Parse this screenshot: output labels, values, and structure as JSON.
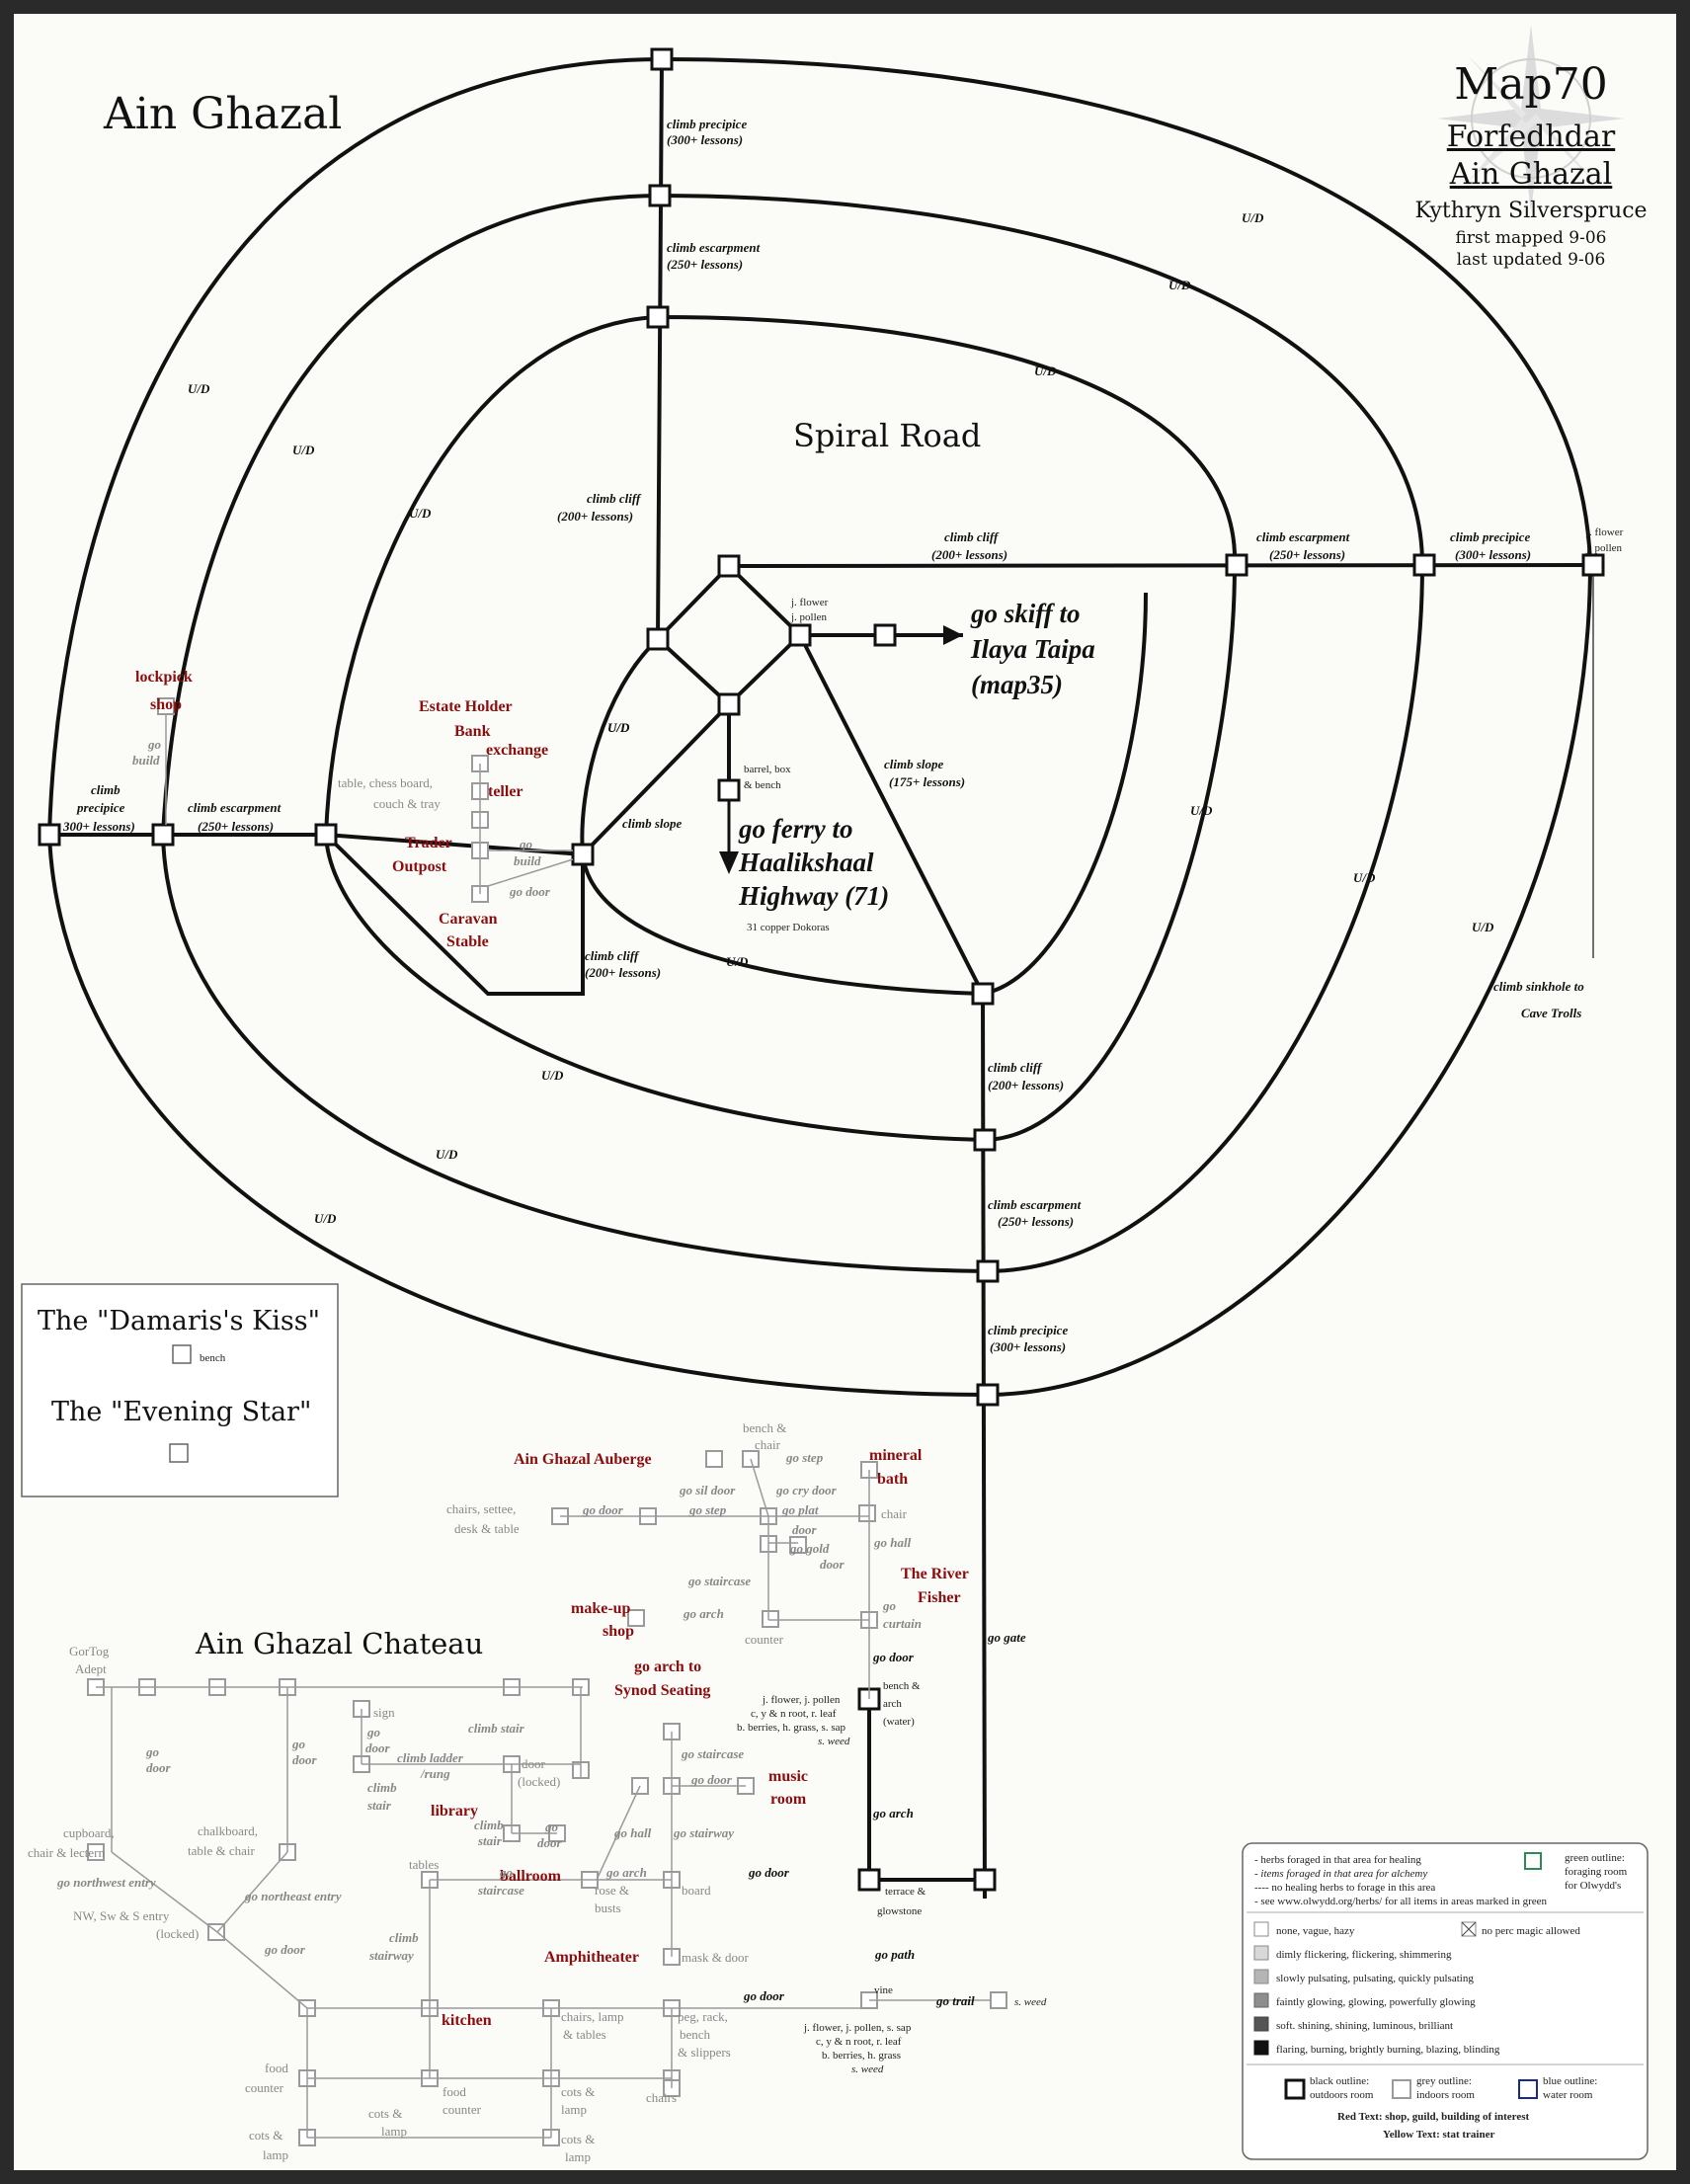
{
  "title_block": {
    "map": "Map70",
    "province": "Forfedhdar",
    "town": "Ain Ghazal",
    "mapper": "Kythryn Silverspruce",
    "first_mapped": "first mapped 9-06",
    "last_updated": "last updated 9-06"
  },
  "area_titles": {
    "main": "Ain Ghazal",
    "spiral_road": "Spiral Road",
    "chateau": "Ain Ghazal Chateau",
    "auberge": "Ain Ghazal Auberge"
  },
  "ring_labels": {
    "ud": "U/D",
    "climb_precipice": "climb precipice",
    "precipice_lessons": "(300+ lessons)",
    "climb_escarpment": "climb escarpment",
    "escarpment_lessons": "(250+ lessons)",
    "climb_cliff": "climb cliff",
    "cliff_lessons": "(200+ lessons)",
    "climb_slope": "climb slope",
    "slope_lessons": "(175+ lessons)",
    "climb_lbl": "climb",
    "precipice_lbl": "precipice",
    "precipice_300": "300+ lessons)"
  },
  "destinations": {
    "skiff_1": "go skiff to",
    "skiff_2": "Ilaya Taipa",
    "skiff_3": "(map35)",
    "ferry_1": "go ferry to",
    "ferry_2": "Haalikshaal",
    "ferry_3": "Highway (71)",
    "ferry_cost": "31 copper Dokoras",
    "sinkhole_1": "climb sinkhole to",
    "sinkhole_2": "Cave Trolls"
  },
  "herbs": {
    "flower": "j. flower",
    "pollen": "j. pollen"
  },
  "misc_labels": {
    "barrel_1": "barrel, box",
    "barrel_2": "& bench",
    "lockpick_1": "lockpick",
    "lockpick_2": "shop",
    "go": "go",
    "build": "build",
    "door": "door",
    "estate_1": "Estate Holder",
    "estate_2": "Bank",
    "exchange": "exchange",
    "teller": "teller",
    "table_1": "table, chess board,",
    "table_2": "couch & tray",
    "trader_1": "Trader",
    "trader_2": "Outpost",
    "go_build": "go build",
    "go_door": "go door",
    "caravan_1": "Caravan",
    "caravan_2": "Stable"
  },
  "ships": {
    "damaris": "The \"Damaris's Kiss\"",
    "bench": "bench",
    "evening": "The \"Evening Star\""
  },
  "town_labels": {
    "bench_chair_1": "bench &",
    "bench_chair_2": "chair",
    "go_step": "go step",
    "mineral_1": "mineral",
    "mineral_2": "bath",
    "go_sil_door": "go sil door",
    "go_cry_door": "go cry door",
    "chairs_1": "chairs, settee,",
    "chairs_2": "desk & table",
    "go_plat": "go plat",
    "chair": "chair",
    "go_gold": "go gold",
    "go_hall": "go hall",
    "go_staircase": "go staircase",
    "river_1": "The River",
    "river_2": "Fisher",
    "makeup_1": "make-up",
    "makeup_2": "shop",
    "go_arch": "go arch",
    "counter": "counter",
    "curtain": "curtain",
    "go_door": "go door",
    "synod_1": "go arch to",
    "synod_2": "Synod Seating",
    "herbs_a1": "j. flower, j. pollen",
    "herbs_a2": "c, y & n root, r. leaf",
    "herbs_a3": "b. berries, h. grass, s. sap",
    "s_weed": "s. weed",
    "bench_arch_1": "bench &",
    "bench_arch_2": "arch",
    "bench_arch_3": "(water)",
    "music_1": "music",
    "music_2": "room",
    "go_stairway": "go stairway",
    "go_gate": "go gate",
    "terrace_1": "terrace &",
    "terrace_2": "glowstone",
    "board": "board",
    "rose_1": "rose &",
    "rose_2": "busts",
    "ballroom": "ballroom",
    "amphitheater": "Amphitheater",
    "mask": "mask & door",
    "go_path": "go path",
    "vine": "vine",
    "go_trail": "go trail",
    "herbs_b1": "j. flower, j. pollen, s. sap",
    "herbs_b2": "c, y & n root, r. leaf",
    "herbs_b3": "b. berries, h. grass",
    "peg_1": "peg, rack,",
    "peg_2": "bench",
    "peg_3": "& slippers",
    "chairs_lamp_1": "chairs, lamp",
    "chairs_lamp_2": "& tables",
    "kitchen": "kitchen",
    "tables": "tables",
    "staircase": "staircase",
    "climb_stairway_1": "climb",
    "climb_stairway_2": "stairway",
    "library": "library",
    "climb_stair": "climb stair",
    "sign": "sign",
    "climb_ladder_1": "climb ladder",
    "climb_ladder_2": "/rung",
    "door_locked_1": "door",
    "door_locked_2": "(locked)",
    "climb": "climb",
    "stair": "stair",
    "gortog_1": "GorTog",
    "gortog_2": "Adept",
    "cupboard_1": "cupboard,",
    "cupboard_2": "chair & lectern",
    "chalk_1": "chalkboard,",
    "chalk_2": "table & chair",
    "go_nw": "go northwest entry",
    "go_ne": "go northeast entry",
    "nws_1": "NW, Sw & S entry",
    "nws_2": "(locked)",
    "food_1": "food",
    "food_2": "counter",
    "cots_1": "cots &",
    "cots_2": "lamp",
    "chairs": "chairs"
  },
  "legend": {
    "l1": "- herbs foraged in that area for healing",
    "l2": "- items foraged in that area for alchemy",
    "l3": "---- no healing herbs to forage in this area",
    "l4": "- see www.olwydd.org/herbs/ for all items in areas marked in green",
    "green_1": "green outline:",
    "green_2": "foraging room",
    "green_3": "for Olwydd's",
    "r1": "none, vague, hazy",
    "r1b": "no perc magic allowed",
    "r2": "dimly flickering, flickering, shimmering",
    "r3": "slowly pulsating, pulsating, quickly pulsating",
    "r4": "faintly glowing, glowing, powerfully glowing",
    "r5": "soft. shining, shining, luminous, brilliant",
    "r6": "flaring, burning, brightly burning, blazing, blinding",
    "black_1": "black outline:",
    "black_2": "outdoors room",
    "grey_1": "grey outline:",
    "grey_2": "indoors room",
    "blue_1": "blue outline:",
    "blue_2": "water room",
    "red_text": "Red Text: shop, guild, building of interest",
    "yellow_text": "Yellow Text: stat trainer"
  },
  "colors": {
    "ink": "#111111",
    "grey": "#9a9a9a",
    "red": "#8a0e0e",
    "green": "#2e8b57",
    "blue": "#1a2a8a",
    "yellow": "#b58a00"
  }
}
